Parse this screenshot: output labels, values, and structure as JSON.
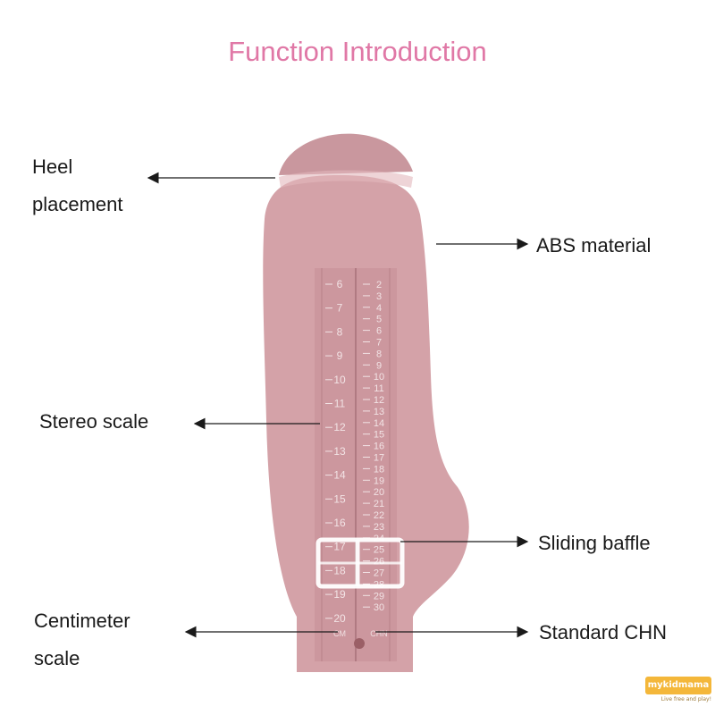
{
  "title": "Function Introduction",
  "labels": {
    "heel_line1": "Heel",
    "heel_line2": "placement",
    "abs": "ABS material",
    "stereo": "Stereo scale",
    "baffle": "Sliding baffle",
    "cm_line1": "Centimeter",
    "cm_line2": "scale",
    "chn": "Standard CHN"
  },
  "scale": {
    "cm_unit": "CM",
    "chn_unit": "CHN",
    "cm_ticks": [
      "6",
      "7",
      "8",
      "9",
      "10",
      "11",
      "12",
      "13",
      "14",
      "15",
      "16",
      "17",
      "18",
      "19",
      "20"
    ],
    "chn_ticks": [
      "2",
      "3",
      "4",
      "5",
      "6",
      "7",
      "8",
      "9",
      "10",
      "11",
      "12",
      "13",
      "14",
      "15",
      "16",
      "17",
      "18",
      "19",
      "20",
      "21",
      "22",
      "23",
      "24",
      "25",
      "26",
      "27",
      "28",
      "29",
      "30"
    ]
  },
  "logo": {
    "brand": "mykidmama",
    "tagline": "Live free and play!"
  },
  "colors": {
    "title": "#e078a6",
    "device": "#d4a2a8",
    "device_dark": "#b98088",
    "text": "#1a1a1a"
  }
}
